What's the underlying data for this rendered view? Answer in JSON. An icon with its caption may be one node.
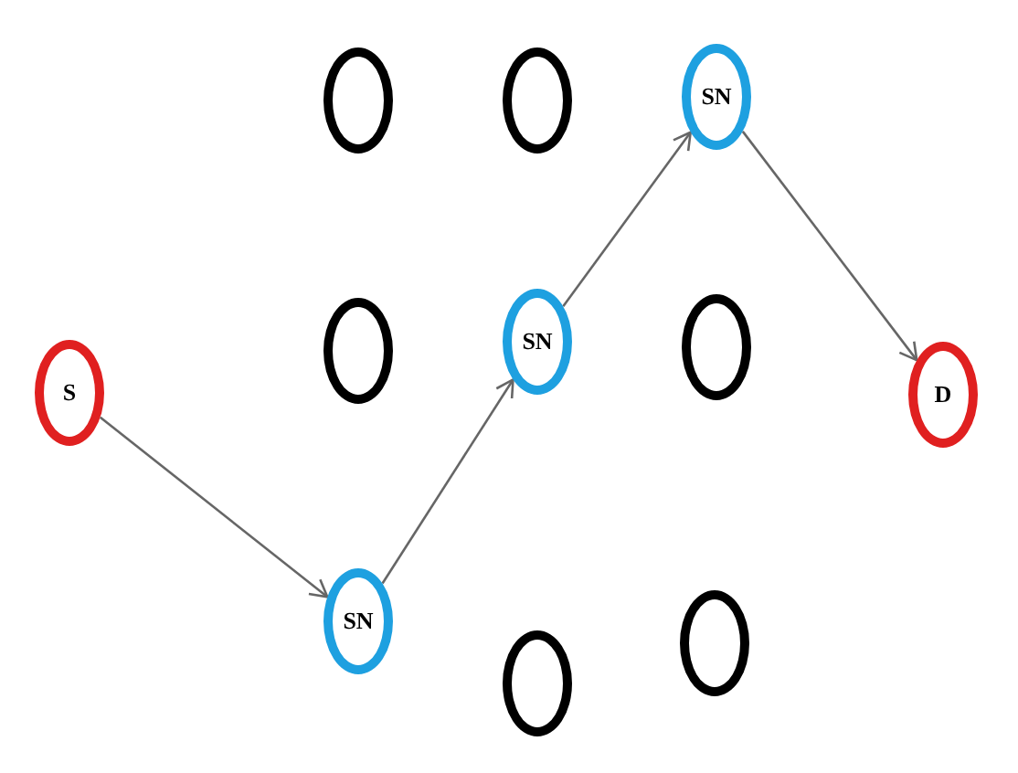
{
  "diagram": {
    "nodes": [
      {
        "text": [],
        "shape": "circle"
      },
      {
        "text": [],
        "shape": "circle"
      },
      {
        "text": [
          "SN"
        ]
      },
      {
        "text": [
          "S"
        ]
      },
      {
        "text": [],
        "shape": "circle"
      },
      {
        "text": [
          "SN"
        ]
      },
      {
        "text": [],
        "shape": "circle"
      },
      {
        "text": [
          "D"
        ]
      },
      {
        "text": [
          "SN"
        ]
      },
      {
        "text": [],
        "shape": "circle"
      },
      {
        "text": [],
        "shape": "circle"
      }
    ],
    "edges": [
      {
        "from": 3,
        "to": 8,
        "arrow": "to"
      },
      {
        "from": 8,
        "to": 5,
        "arrow": "to"
      },
      {
        "from": 5,
        "to": 2,
        "arrow": "to"
      },
      {
        "from": 2,
        "to": 7,
        "arrow": "to"
      }
    ]
  }
}
